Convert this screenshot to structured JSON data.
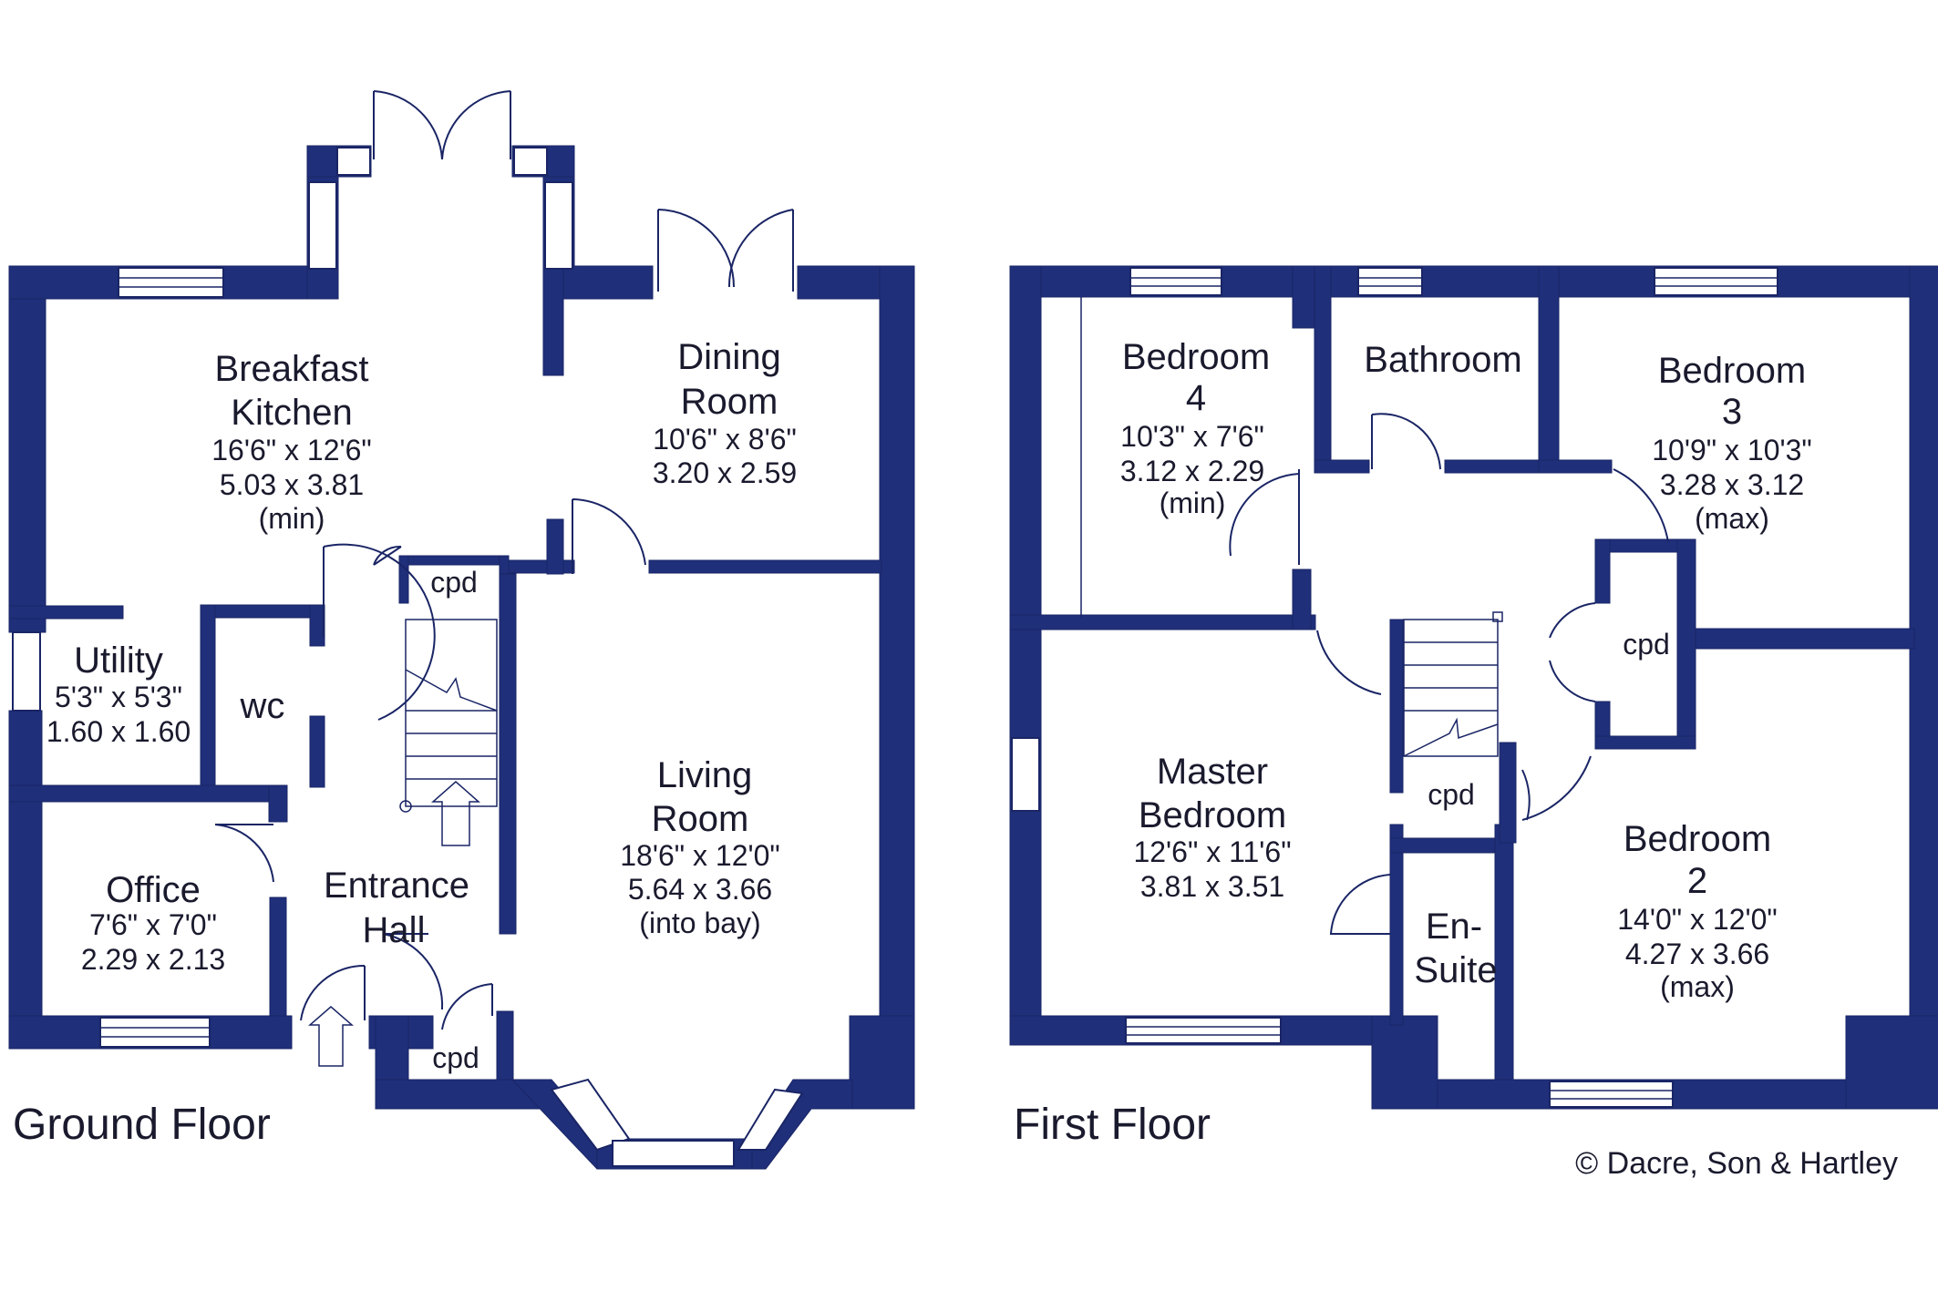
{
  "floors": {
    "ground": {
      "title": "Ground Floor",
      "rooms": {
        "breakfast_kitchen": {
          "name1": "Breakfast",
          "name2": "Kitchen",
          "imperial": "16'6\"  x  12'6\"",
          "metric": "5.03  x  3.81",
          "note": "(min)"
        },
        "dining_room": {
          "name1": "Dining",
          "name2": "Room",
          "imperial": "10'6\"  x  8'6\"",
          "metric": "3.20  x  2.59"
        },
        "utility": {
          "name": "Utility",
          "imperial": "5'3\"  x  5'3\"",
          "metric": "1.60  x  1.60"
        },
        "wc": {
          "name": "wc"
        },
        "cpd_kitchen": {
          "name": "cpd"
        },
        "living_room": {
          "name1": "Living",
          "name2": "Room",
          "imperial": "18'6\"  x  12'0\"",
          "metric": "5.64  x  3.66",
          "note": "(into bay)"
        },
        "office": {
          "name": "Office",
          "imperial": "7'6\"  x  7'0\"",
          "metric": "2.29  x  2.13"
        },
        "entrance_hall": {
          "name1": "Entrance",
          "name2": "Hall"
        },
        "cpd_hall": {
          "name": "cpd"
        }
      }
    },
    "first": {
      "title": "First Floor",
      "rooms": {
        "bedroom4": {
          "name1": "Bedroom",
          "name2": "4",
          "imperial": "10'3\"  x  7'6\"",
          "metric": "3.12  x  2.29",
          "note": "(min)"
        },
        "bathroom": {
          "name": "Bathroom"
        },
        "bedroom3": {
          "name1": "Bedroom",
          "name2": "3",
          "imperial": "10'9\"  x  10'3\"",
          "metric": "3.28  x  3.12",
          "note": "(max)"
        },
        "cpd_landing": {
          "name": "cpd"
        },
        "cpd_stairs": {
          "name": "cpd"
        },
        "master_bedroom": {
          "name1": "Master",
          "name2": "Bedroom",
          "imperial": "12'6\"  x  11'6\"",
          "metric": "3.81  x  3.51"
        },
        "en_suite": {
          "name1": "En-",
          "name2": "Suite"
        },
        "bedroom2": {
          "name1": "Bedroom",
          "name2": "2",
          "imperial": "14'0\"  x  12'0\"",
          "metric": "4.27  x  3.66",
          "note": "(max)"
        }
      }
    }
  },
  "copyright": "© Dacre, Son & Hartley",
  "colors": {
    "wall": "#1f2f7a",
    "text": "#1a1a2e",
    "background": "#ffffff"
  }
}
